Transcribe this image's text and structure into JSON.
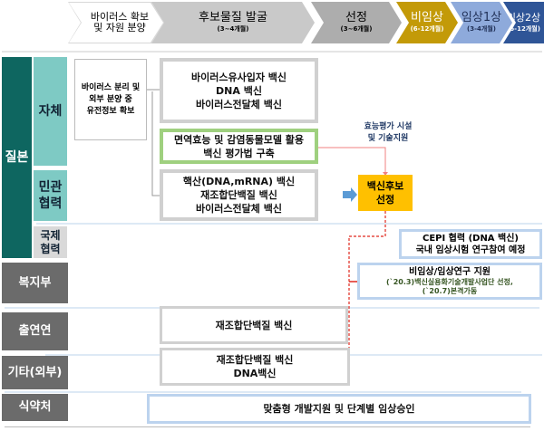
{
  "stages": [
    {
      "title": "바이러스 확보\n및 자원 분양",
      "sub": ""
    },
    {
      "title": "후보물질 발굴",
      "sub": "(3~4개월)"
    },
    {
      "title": "선정",
      "sub": "(3~6개월)"
    },
    {
      "title": "비임상",
      "sub": "(6-12개월)"
    },
    {
      "title": "임상1상",
      "sub": "(3-4개월)"
    },
    {
      "title": "임상2상",
      "sub": "(6-12개월)"
    }
  ],
  "rows": {
    "kdca": "질본",
    "self": "자체",
    "public_private": "민관\n협력",
    "intl": "국제\n협력",
    "mohw": "복지부",
    "institutes": "출연연",
    "others": "기타(외부)",
    "mfds": "식약처"
  },
  "boxes": {
    "virus_isolation": "바이러스 분리 및\n외부 분양 중\n유전정보 확보",
    "self_vaccines": "바이러스유사입자 백신\nDNA 백신\n바이러스전달체 백신",
    "eval_method": "면역효능 및 감염동물모델 활용\n백신 평가법 구축",
    "pp_vaccines": "핵산(DNA,mRNA) 백신\n재조합단백질 백신\n바이러스전달체 백신",
    "efficacy_support": "효능평가 시설\n및 기술지원",
    "candidate_selection": "백신후보\n선정",
    "cepi": "CEPI 협력 (DNA 백신)\n국내 임상시험 연구참여 예정",
    "mohw_title": "비임상/임상연구 지원",
    "mohw_detail": "(`20.3)백신실용화기술개발사업단 선정,\n(`20.7)본격가동",
    "institutes_box": "재조합단백질 백신",
    "others_box": "재조합단백질 백신\nDNA백신",
    "mfds_box": "맞춤형 개발지원 및 단계별 임상승인"
  },
  "colors": {
    "teal_dark": "#0e6660",
    "teal": "#7ecac4",
    "gray_label": "#6b6b6b",
    "yellow": "#ffc000",
    "green": "#9fd07f",
    "light_blue": "#bcd3ee",
    "red": "#e0281e"
  }
}
